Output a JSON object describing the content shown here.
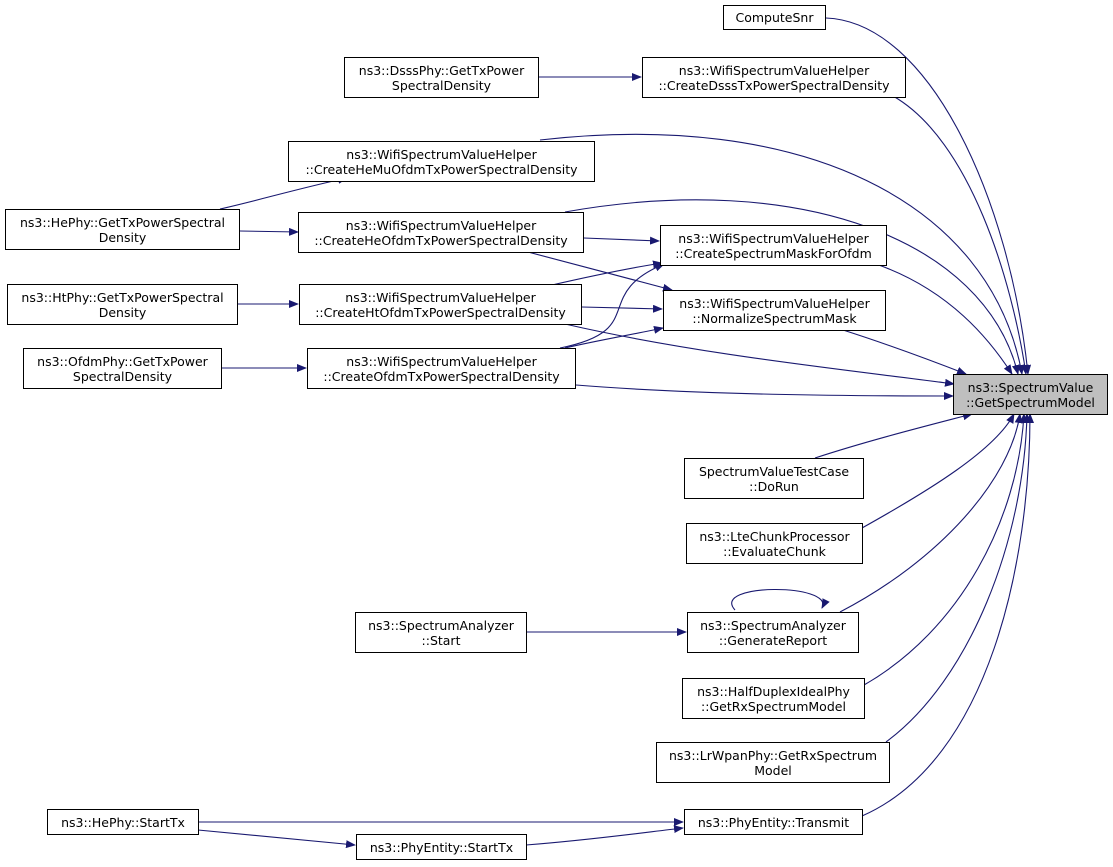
{
  "colors": {
    "edge": "#191970",
    "target_fill": "#bfbfbf",
    "node_fill": "#ffffff",
    "border": "#000000"
  },
  "nodes": {
    "target": {
      "line1": "ns3::SpectrumValue",
      "line2": "::GetSpectrumModel"
    },
    "compute_snr": {
      "line1": "ComputeSnr"
    },
    "dsss_get_tx": {
      "line1": "ns3::DsssPhy::GetTxPower",
      "line2": "SpectralDensity"
    },
    "create_dsss": {
      "line1": "ns3::WifiSpectrumValueHelper",
      "line2": "::CreateDsssTxPowerSpectralDensity"
    },
    "create_he_mu": {
      "line1": "ns3::WifiSpectrumValueHelper",
      "line2": "::CreateHeMuOfdmTxPowerSpectralDensity"
    },
    "he_get_tx": {
      "line1": "ns3::HePhy::GetTxPowerSpectral",
      "line2": "Density"
    },
    "create_he_ofdm": {
      "line1": "ns3::WifiSpectrumValueHelper",
      "line2": "::CreateHeOfdmTxPowerSpectralDensity"
    },
    "create_mask": {
      "line1": "ns3::WifiSpectrumValueHelper",
      "line2": "::CreateSpectrumMaskForOfdm"
    },
    "ht_get_tx": {
      "line1": "ns3::HtPhy::GetTxPowerSpectral",
      "line2": "Density"
    },
    "create_ht_ofdm": {
      "line1": "ns3::WifiSpectrumValueHelper",
      "line2": "::CreateHtOfdmTxPowerSpectralDensity"
    },
    "normalize_mask": {
      "line1": "ns3::WifiSpectrumValueHelper",
      "line2": "::NormalizeSpectrumMask"
    },
    "ofdm_get_tx": {
      "line1": "ns3::OfdmPhy::GetTxPower",
      "line2": "SpectralDensity"
    },
    "create_ofdm": {
      "line1": "ns3::WifiSpectrumValueHelper",
      "line2": "::CreateOfdmTxPowerSpectralDensity"
    },
    "svtc_dorun": {
      "line1": "SpectrumValueTestCase",
      "line2": "::DoRun"
    },
    "lte_eval": {
      "line1": "ns3::LteChunkProcessor",
      "line2": "::EvaluateChunk"
    },
    "sa_start": {
      "line1": "ns3::SpectrumAnalyzer",
      "line2": "::Start"
    },
    "sa_report": {
      "line1": "ns3::SpectrumAnalyzer",
      "line2": "::GenerateReport"
    },
    "hdip_getrx": {
      "line1": "ns3::HalfDuplexIdealPhy",
      "line2": "::GetRxSpectrumModel"
    },
    "lrwpan_getrx": {
      "line1": "ns3::LrWpanPhy::GetRxSpectrum",
      "line2": "Model"
    },
    "he_starttx": {
      "line1": "ns3::HePhy::StartTx"
    },
    "phyentity_starttx": {
      "line1": "ns3::PhyEntity::StartTx"
    },
    "phyentity_transmit": {
      "line1": "ns3::PhyEntity::Transmit"
    }
  }
}
